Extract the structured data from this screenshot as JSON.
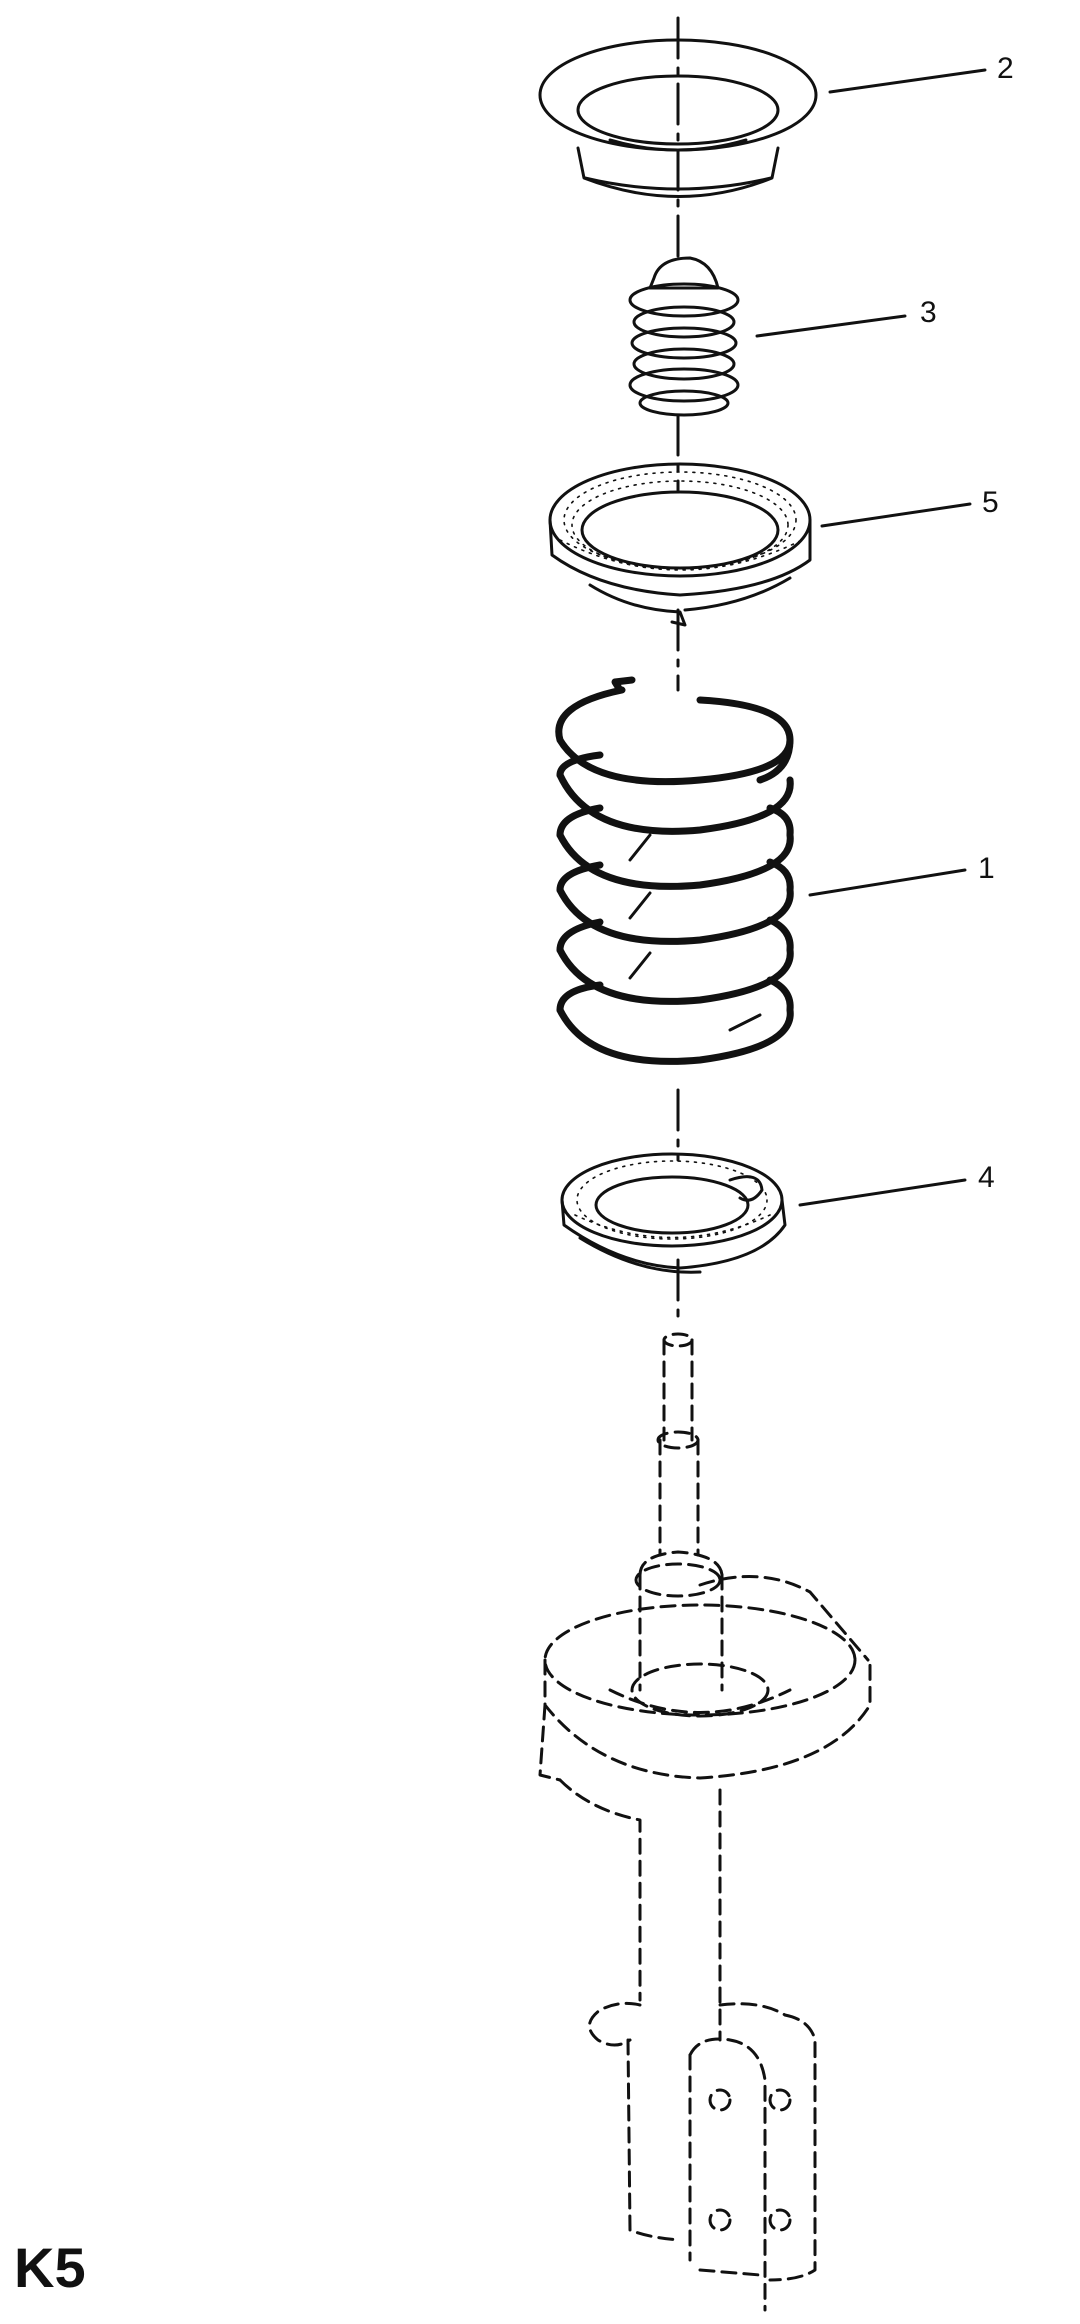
{
  "diagram": {
    "figure_code": "K5",
    "callouts": [
      {
        "number": "2",
        "part": "upper-spring-seat"
      },
      {
        "number": "3",
        "part": "bump-stop"
      },
      {
        "number": "5",
        "part": "upper-spring-insulator"
      },
      {
        "number": "1",
        "part": "coil-spring"
      },
      {
        "number": "4",
        "part": "lower-spring-insulator"
      }
    ],
    "line_color": "#111111"
  }
}
